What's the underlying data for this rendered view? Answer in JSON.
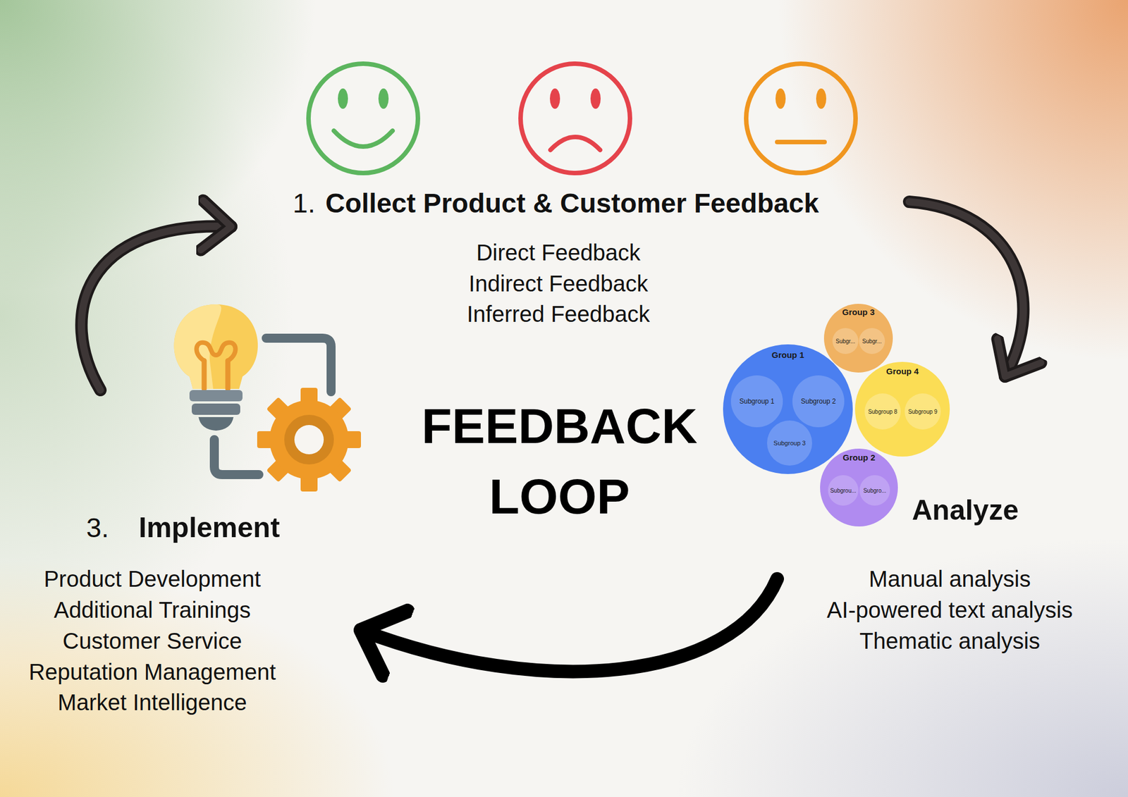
{
  "diagram": {
    "title": "FEEDBACK LOOP",
    "nodes": [
      {
        "text": [
          "Group 3"
        ]
      },
      {
        "text": [
          "Subgr..."
        ],
        "in": 0
      },
      {
        "text": [
          "Subgr..."
        ],
        "in": 0
      },
      {
        "text": [
          "Group 1"
        ]
      },
      {
        "text": [
          "Subgroup 1"
        ],
        "in": 3
      },
      {
        "text": [
          "Subgroup 2"
        ],
        "in": 3
      },
      {
        "text": [
          "Subgroup 3"
        ],
        "in": 3
      },
      {
        "text": [
          "Group 4"
        ]
      },
      {
        "text": [
          "Subgroup 8"
        ],
        "in": 7
      },
      {
        "text": [
          "Subgroup 9"
        ],
        "in": 7
      },
      {
        "text": [
          "Group 2"
        ]
      },
      {
        "text": [
          "Subgrou..."
        ],
        "in": 10
      },
      {
        "text": [
          "Subgro..."
        ],
        "in": 10
      }
    ],
    "labels": [
      "1.",
      "Collect Product & Customer Feedback",
      "Direct Feedback",
      "Indirect Feedback",
      "Inferred Feedback",
      "Analyze",
      "Manual analysis",
      "AI-powered text analysis",
      "Thematic analysis",
      "3.",
      "Implement",
      "Product Development",
      "Additional Trainings",
      "Customer Service",
      "Reputation Management",
      "Market Intelligence"
    ]
  }
}
